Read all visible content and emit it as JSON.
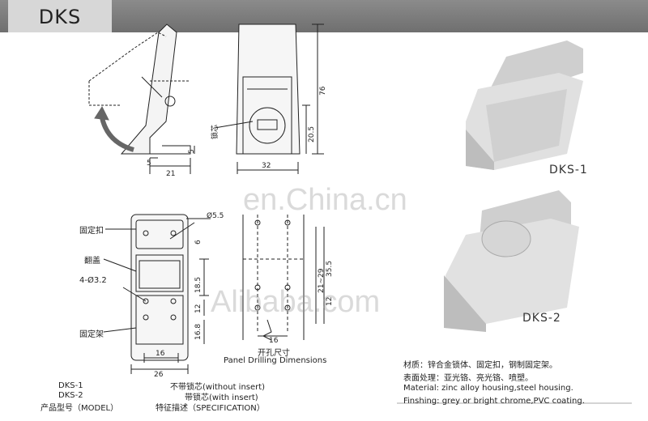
{
  "header": {
    "title": "DKS"
  },
  "watermarks": {
    "top": "en.China.cn",
    "bottom": "Alibaba.com"
  },
  "side_view": {
    "dim_width": "21",
    "dim_left": "5",
    "dim_right": "5"
  },
  "front_view": {
    "dim_height": "76",
    "dim_insert": "20.5",
    "dim_width": "32",
    "label_insert": "锁芯"
  },
  "bottom_view": {
    "label_fixing_buckle": "固定扣",
    "label_cover": "翻盖",
    "label_holes": "4-Ø3.2",
    "label_bracket": "固定架",
    "dim_top": "6",
    "dim_top2": "Ø5.5",
    "dim_18_5": "18.5",
    "dim_12": "12",
    "dim_16_8": "16.8",
    "dim_16": "16",
    "dim_26": "26"
  },
  "drilling": {
    "title_cn": "开孔尺寸",
    "title_en": "Panel Drilling Dimensions",
    "dim_21_29": "21~29",
    "dim_35_5": "35.5",
    "dim_12": "12",
    "dim_16": "16"
  },
  "photos": {
    "dks1": "DKS-1",
    "dks2": "DKS-2"
  },
  "models": {
    "line1": "DKS-1",
    "line2": "DKS-2",
    "line3": "产品型号（MODEL）",
    "spec1": "不带锁芯(without insert)",
    "spec2": "带锁芯(with insert)",
    "spec3": "特征描述（SPECIFICATION）"
  },
  "material": {
    "cn1": "材质：锌合金锁体、固定扣，钢制固定架。",
    "cn2": "表面处理：亚光铬、亮光铬、喷塑。",
    "en1": "Material: zinc alloy housing,steel housing.",
    "en2": "Finshing: grey or bright chrome,PVC coating."
  }
}
